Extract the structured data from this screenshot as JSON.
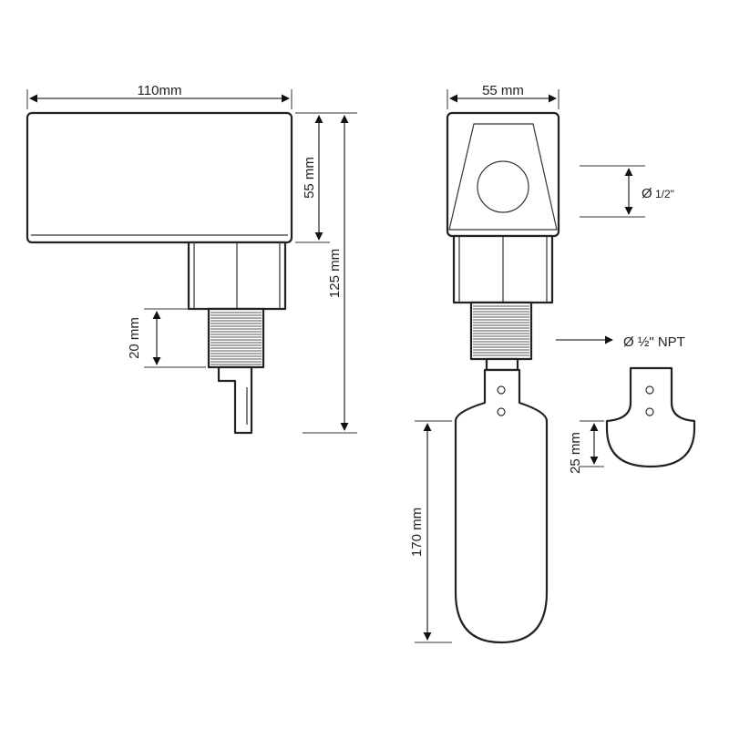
{
  "dimensions": {
    "side_width": "110mm",
    "side_height": "55 mm",
    "overall_height": "125 mm",
    "thread_length": "20 mm",
    "front_width": "55 mm",
    "port_diameter_symbol": "Ø",
    "port_diameter_value": "1/2\"",
    "npt_label": "Ø ½\" NPT",
    "paddle_length": "170 mm",
    "paddle_tip": "25 mm"
  }
}
